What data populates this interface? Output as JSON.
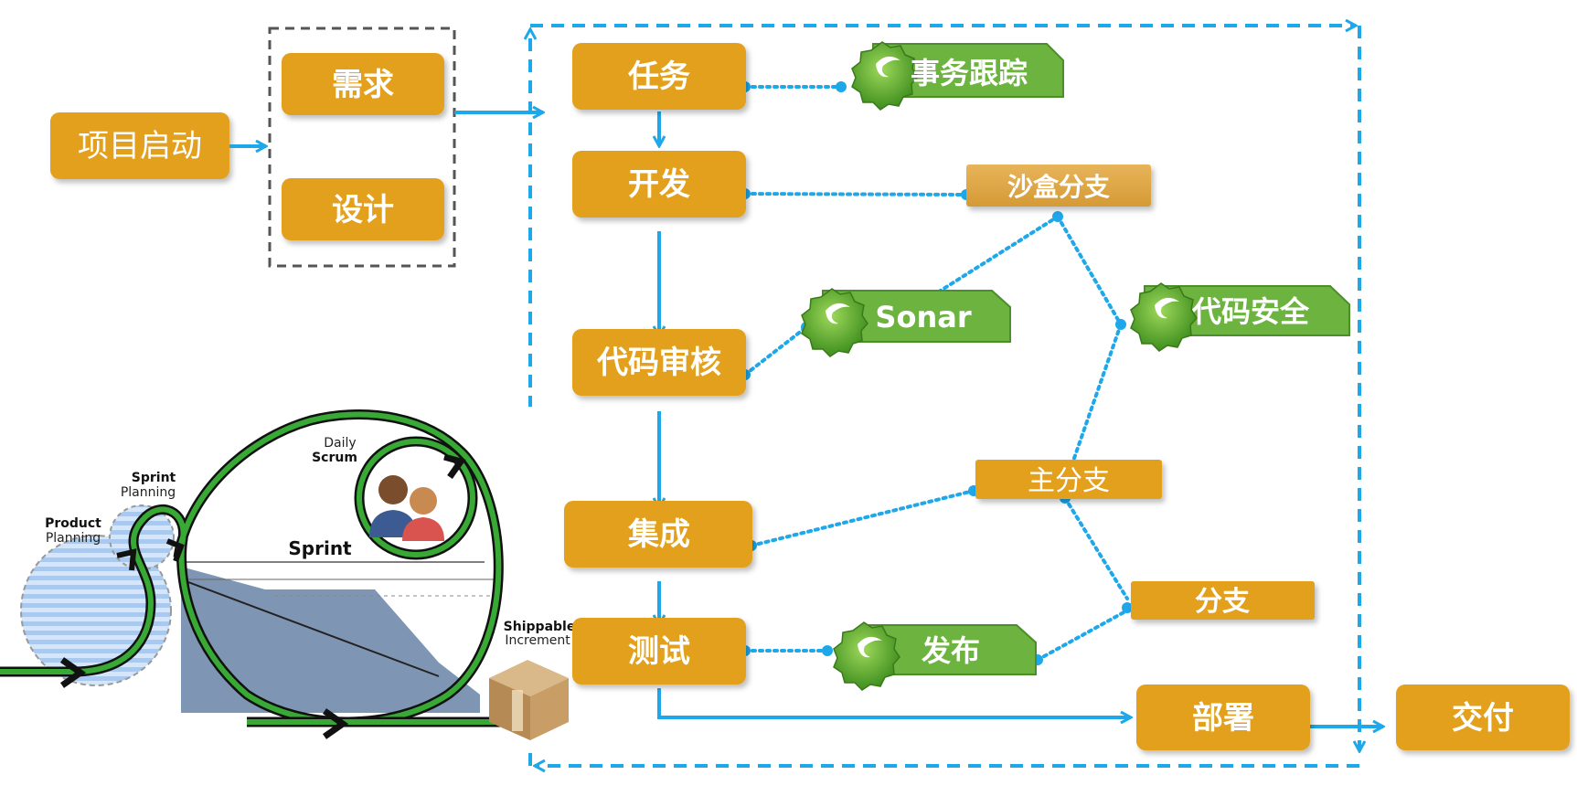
{
  "nodes": {
    "start": "项目启动",
    "requirement": "需求",
    "design": "设计",
    "task": "任务",
    "develop": "开发",
    "code_review": "代码审核",
    "integration": "集成",
    "test": "测试",
    "deploy": "部署",
    "deliver": "交付",
    "sandbox_branch": "沙盒分支",
    "main_branch": "主分支",
    "branch": "分支"
  },
  "tools": {
    "issue_tracking": "事务跟踪",
    "sonar": "Sonar",
    "code_security": "代码安全",
    "release": "发布"
  },
  "scrum": {
    "daily_a": "Daily",
    "daily_b": "Scrum",
    "sprint_planning_a": "Sprint",
    "sprint_planning_b": "Planning",
    "product_planning_a": "Product",
    "product_planning_b": "Planning",
    "sprint": "Sprint",
    "shippable_a": "Shippable",
    "shippable_b": "Increment"
  },
  "colors": {
    "node_fill": "#E2A01C",
    "tool_fill": "#6DB33F",
    "connector": "#1EA7E9",
    "scrum_track": "#39A935",
    "burndown": "#7E96B3"
  },
  "icons": {
    "tool_badge": "green-seal-icon",
    "team": "people-icon",
    "package": "box-icon"
  }
}
